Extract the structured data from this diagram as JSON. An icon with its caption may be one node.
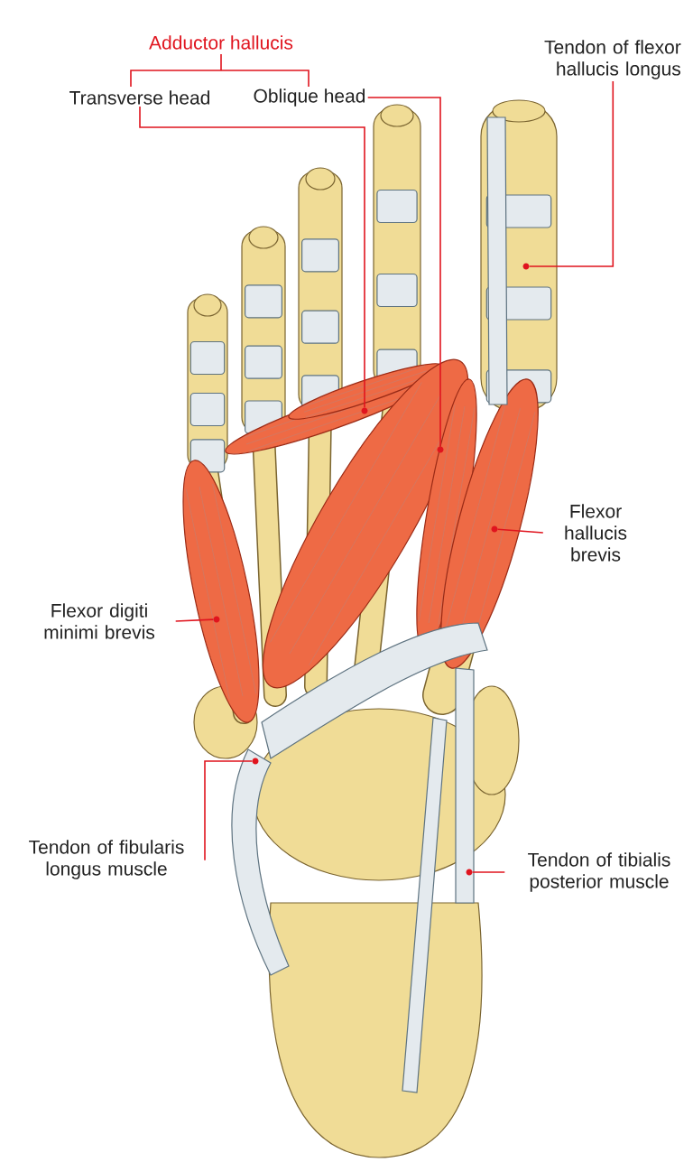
{
  "diagram": {
    "nodes": [
      {
        "text": [
          "Adductor hallucis"
        ]
      },
      {
        "text": [
          "Transverse head"
        ]
      },
      {
        "text": [
          "Oblique head"
        ]
      },
      {
        "text": [
          "Tendon of flexor hallucis longus"
        ]
      },
      {
        "text": [
          "Flexor hallucis brevis"
        ]
      },
      {
        "text": [
          "Flexor digiti minimi brevis"
        ]
      },
      {
        "text": [
          "Tendon of fibularis longus muscle"
        ]
      },
      {
        "text": [
          "Tendon of tibialis posterior muscle"
        ]
      },
      {
        "text": [],
        "shape": "circle"
      },
      {
        "text": [],
        "shape": "circle"
      },
      {
        "text": [],
        "shape": "circle"
      },
      {
        "text": [],
        "shape": "circle"
      },
      {
        "text": [],
        "shape": "circle"
      },
      {
        "text": [],
        "shape": "circle"
      },
      {
        "text": [],
        "shape": "circle"
      }
    ],
    "edges": [
      {
        "from": 1,
        "to": 9,
        "arrow": "none"
      },
      {
        "from": 2,
        "to": 10,
        "arrow": "none"
      },
      {
        "from": 3,
        "to": 8,
        "arrow": "none"
      },
      {
        "from": 4,
        "to": 11,
        "arrow": "none"
      },
      {
        "from": 5,
        "to": 12,
        "arrow": "none"
      },
      {
        "from": 6,
        "to": 13,
        "arrow": "none"
      },
      {
        "from": 7,
        "to": 14,
        "arrow": "none"
      }
    ]
  }
}
